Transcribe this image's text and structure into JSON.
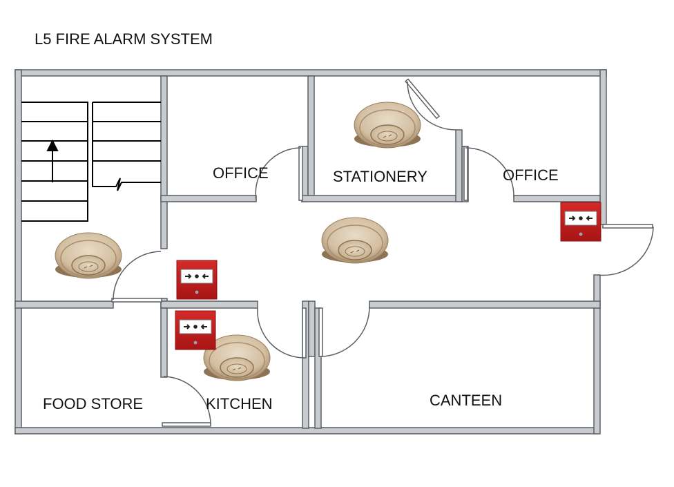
{
  "title": "L5 FIRE ALARM SYSTEM",
  "rooms": {
    "office_left": "OFFICE",
    "stationery": "STATIONERY",
    "office_right": "OFFICE",
    "food_store": "FOOD STORE",
    "kitchen": "KITCHEN",
    "canteen": "CANTEEN"
  },
  "legend_devices": {
    "smoke_detector": "smoke-detector-icon",
    "call_point": "manual-call-point-icon"
  },
  "colors": {
    "wall": "#c9cccf",
    "wall_outline": "#5a5e63",
    "call_point_red": "#c81e1e",
    "detector_beige": "#d9c6ac"
  }
}
